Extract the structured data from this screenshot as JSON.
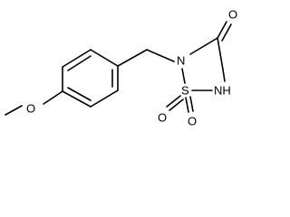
{
  "molecule": {
    "colors": {
      "bond": "#000000",
      "text": "#000000",
      "background": "#ffffff"
    },
    "atoms": [
      {
        "key": "o_methoxy",
        "label": "O"
      },
      {
        "key": "n_ring",
        "label": "N"
      },
      {
        "key": "s_ring",
        "label": "S"
      },
      {
        "key": "nh_ring",
        "label": "NH"
      },
      {
        "key": "o_carbonyl",
        "label": "O"
      },
      {
        "key": "o_sulfonyl_left",
        "label": "O"
      },
      {
        "key": "o_sulfonyl_right",
        "label": "O"
      }
    ]
  }
}
